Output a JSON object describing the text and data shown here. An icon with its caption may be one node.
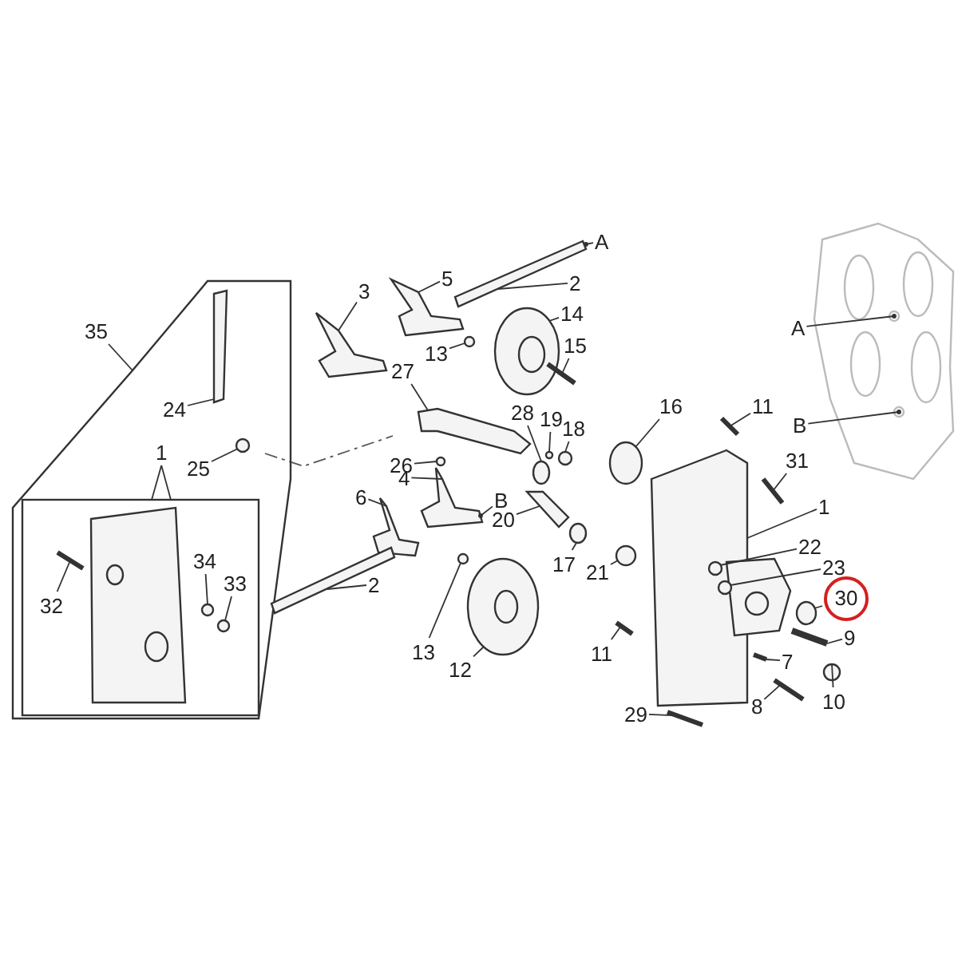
{
  "diagram": {
    "nodes": [
      {
        "text": [],
        "shape": "box"
      },
      {
        "text": [],
        "shape": "box",
        "in": 0
      },
      {
        "text": [
          "A"
        ]
      },
      {
        "text": [
          "2"
        ]
      },
      {
        "text": [
          "5"
        ]
      },
      {
        "text": [
          "3"
        ]
      },
      {
        "text": [
          "14"
        ]
      },
      {
        "text": [
          "35"
        ]
      },
      {
        "text": [
          "13"
        ]
      },
      {
        "text": [
          "15"
        ]
      },
      {
        "text": [
          "A"
        ]
      },
      {
        "text": [
          "27"
        ]
      },
      {
        "text": [
          "24"
        ],
        "in": 0
      },
      {
        "text": [
          "16"
        ]
      },
      {
        "text": [
          "11"
        ]
      },
      {
        "text": [
          "28"
        ]
      },
      {
        "text": [
          "19"
        ]
      },
      {
        "text": [
          "18"
        ]
      },
      {
        "text": [
          "B"
        ]
      },
      {
        "text": [
          "26"
        ]
      },
      {
        "text": [
          "31"
        ]
      },
      {
        "text": [
          "1"
        ],
        "in": 0
      },
      {
        "text": [
          "25"
        ],
        "in": 0
      },
      {
        "text": [
          "4"
        ]
      },
      {
        "text": [
          "6"
        ]
      },
      {
        "text": [
          "B"
        ]
      },
      {
        "text": [
          "1"
        ]
      },
      {
        "text": [
          "20"
        ]
      },
      {
        "text": [
          "22"
        ]
      },
      {
        "text": [
          "34"
        ],
        "in": 1
      },
      {
        "text": [
          "17"
        ]
      },
      {
        "text": [
          "23"
        ]
      },
      {
        "text": [
          "21"
        ]
      },
      {
        "text": [
          "2"
        ]
      },
      {
        "text": [
          "33"
        ],
        "in": 1
      },
      {
        "text": [
          "30"
        ]
      },
      {
        "text": [
          "32"
        ],
        "in": 1
      },
      {
        "text": [
          "9"
        ]
      },
      {
        "text": [
          "7"
        ]
      },
      {
        "text": [
          "13"
        ]
      },
      {
        "text": [
          "12"
        ]
      },
      {
        "text": [
          "11"
        ]
      },
      {
        "text": [
          "8"
        ]
      },
      {
        "text": [
          "29"
        ]
      },
      {
        "text": [
          "10"
        ]
      },
      {
        "text": [],
        "shape": "picture"
      },
      {
        "text": [],
        "shape": "picture"
      },
      {
        "text": [],
        "shape": "picture"
      },
      {
        "text": [],
        "shape": "picture"
      },
      {
        "text": [],
        "shape": "circle"
      },
      {
        "text": [],
        "shape": "bar"
      },
      {
        "text": [],
        "shape": "picture"
      },
      {
        "text": [],
        "shape": "picture"
      },
      {
        "text": [],
        "shape": "bar",
        "in": 0
      },
      {
        "text": [],
        "shape": "circle"
      },
      {
        "text": [],
        "shape": "bar"
      },
      {
        "text": [],
        "shape": "circle"
      },
      {
        "text": [],
        "shape": "circle"
      },
      {
        "text": [],
        "shape": "circle"
      },
      {
        "text": [],
        "shape": "circle"
      },
      {
        "text": [],
        "shape": "bar"
      },
      {
        "text": [],
        "shape": "circle",
        "in": 0
      },
      {
        "text": [],
        "shape": "picture"
      },
      {
        "text": [],
        "shape": "picture"
      },
      {
        "text": [],
        "shape": "picture"
      },
      {
        "text": [],
        "shape": "picture"
      },
      {
        "text": [],
        "shape": "circle",
        "in": 64
      },
      {
        "text": [],
        "shape": "circle",
        "in": 1
      },
      {
        "text": [],
        "shape": "circle"
      },
      {
        "text": [],
        "shape": "circle",
        "in": 64
      },
      {
        "text": [],
        "shape": "circle"
      },
      {
        "text": [],
        "shape": "picture"
      },
      {
        "text": [],
        "shape": "circle",
        "in": 1
      },
      {
        "text": [],
        "shape": "circle"
      },
      {
        "text": [],
        "shape": "bar",
        "in": 1
      },
      {
        "text": [],
        "shape": "bar"
      },
      {
        "text": [],
        "shape": "bar"
      },
      {
        "text": [],
        "shape": "circle"
      },
      {
        "text": [],
        "shape": "picture"
      },
      {
        "text": [],
        "shape": "bar"
      },
      {
        "text": [],
        "shape": "bar"
      },
      {
        "text": [],
        "shape": "bar"
      },
      {
        "text": [],
        "shape": "circle"
      }
    ],
    "edges": [
      {
        "from": 2,
        "to": 45,
        "arrow": "other"
      },
      {
        "from": 3,
        "to": 45,
        "arrow": "none"
      },
      {
        "from": 4,
        "to": 46,
        "arrow": "none"
      },
      {
        "from": 5,
        "to": 47,
        "arrow": "none"
      },
      {
        "from": 6,
        "to": 48,
        "arrow": "none"
      },
      {
        "from": 7,
        "to": 0,
        "arrow": "none"
      },
      {
        "from": 8,
        "to": 49,
        "arrow": "none"
      },
      {
        "from": 9,
        "to": 50,
        "arrow": "none"
      },
      {
        "from": 10,
        "to": 51,
        "arrow": "other"
      },
      {
        "from": 11,
        "to": 52,
        "arrow": "none"
      },
      {
        "from": 12,
        "to": 53,
        "arrow": "none"
      },
      {
        "from": 13,
        "to": 54,
        "arrow": "none"
      },
      {
        "from": 14,
        "to": 55,
        "arrow": "none"
      },
      {
        "from": 15,
        "to": 56,
        "arrow": "none"
      },
      {
        "from": 16,
        "to": 57,
        "arrow": "none"
      },
      {
        "from": 17,
        "to": 58,
        "arrow": "none"
      },
      {
        "from": 18,
        "to": 51,
        "arrow": "other"
      },
      {
        "from": 19,
        "to": 59,
        "arrow": "none"
      },
      {
        "from": 20,
        "to": 60,
        "arrow": "none"
      },
      {
        "from": 21,
        "to": 1,
        "arrow": "none"
      },
      {
        "from": 22,
        "to": 61,
        "arrow": "none"
      },
      {
        "from": 23,
        "to": 62,
        "arrow": "none"
      },
      {
        "from": 24,
        "to": 63,
        "arrow": "none"
      },
      {
        "from": 25,
        "to": 62,
        "arrow": "other"
      },
      {
        "from": 26,
        "to": 64,
        "arrow": "none"
      },
      {
        "from": 27,
        "to": 65,
        "arrow": "none"
      },
      {
        "from": 28,
        "to": 66,
        "arrow": "none"
      },
      {
        "from": 29,
        "to": 67,
        "arrow": "none"
      },
      {
        "from": 30,
        "to": 68,
        "arrow": "none"
      },
      {
        "from": 31,
        "to": 69,
        "arrow": "none"
      },
      {
        "from": 32,
        "to": 70,
        "arrow": "none"
      },
      {
        "from": 33,
        "to": 71,
        "arrow": "none"
      },
      {
        "from": 34,
        "to": 72,
        "arrow": "none"
      },
      {
        "from": 35,
        "to": 73,
        "arrow": "none"
      },
      {
        "from": 36,
        "to": 74,
        "arrow": "none"
      },
      {
        "from": 37,
        "to": 75,
        "arrow": "none"
      },
      {
        "from": 38,
        "to": 76,
        "arrow": "none"
      },
      {
        "from": 39,
        "to": 77,
        "arrow": "none"
      },
      {
        "from": 40,
        "to": 78,
        "arrow": "none"
      },
      {
        "from": 41,
        "to": 79,
        "arrow": "none"
      },
      {
        "from": 42,
        "to": 80,
        "arrow": "none"
      },
      {
        "from": 43,
        "to": 81,
        "arrow": "none"
      },
      {
        "from": 44,
        "to": 82,
        "arrow": "none"
      }
    ]
  }
}
